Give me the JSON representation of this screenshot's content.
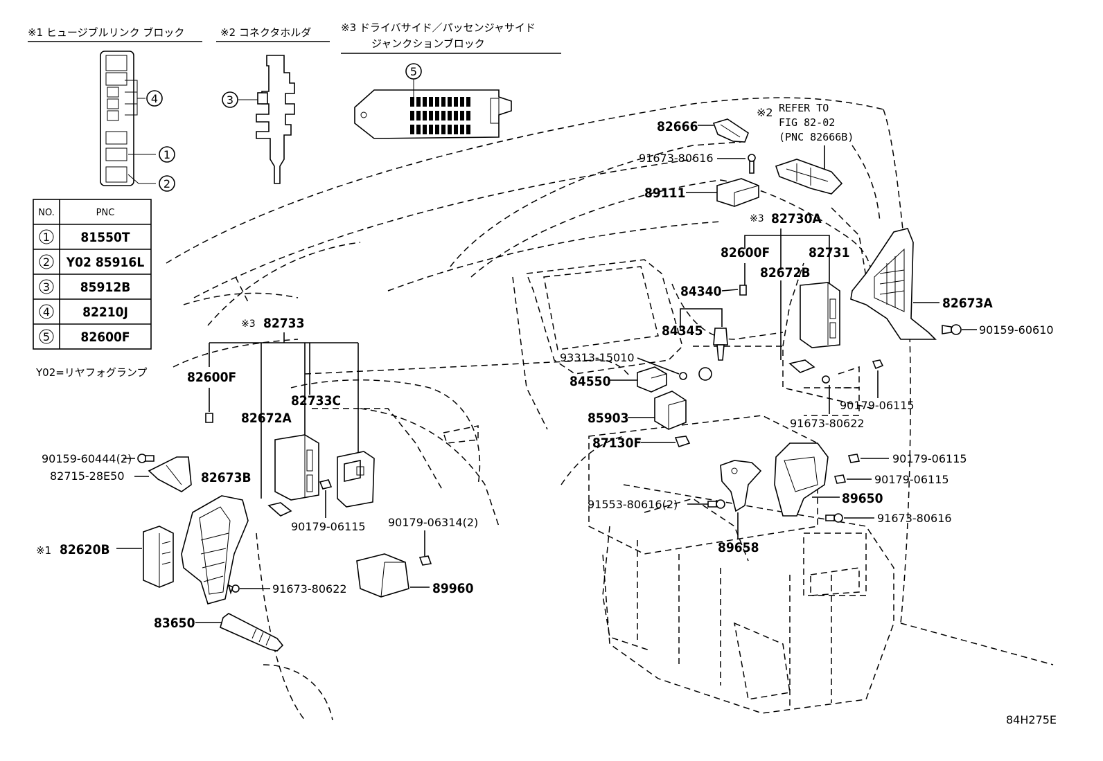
{
  "headers": {
    "h1": "※1 ヒュージブルリンク ブロック",
    "h2": "※2 コネクタホルダ",
    "h3a": "※3 ドライバサイド／パッセンジャサイド",
    "h3b": "ジャンクションブロック"
  },
  "table": {
    "col_no": "NO.",
    "col_pnc": "PNC",
    "rows": [
      {
        "no": "1",
        "pnc": "81550T"
      },
      {
        "no": "2",
        "pnc": "Y02 85916L"
      },
      {
        "no": "3",
        "pnc": "85912B"
      },
      {
        "no": "4",
        "pnc": "82210J"
      },
      {
        "no": "5",
        "pnc": "82600F"
      }
    ],
    "note": "Y02=リヤフォグランプ"
  },
  "callouts": {
    "c1": "1",
    "c2": "2",
    "c3": "3",
    "c4": "4",
    "c5": "5"
  },
  "refer": {
    "mark": "※2",
    "line1": "REFER TO",
    "line2": "FIG 82-02",
    "line3": "(PNC 82666B)"
  },
  "marks": {
    "m1": "※1",
    "m3a": "※3",
    "m3b": "※3"
  },
  "labels": {
    "p82666": "82666",
    "p91673_80616a": "91673-80616",
    "p89111": "89111",
    "p82730A": "82730A",
    "p82600F_r": "82600F",
    "p82731": "82731",
    "p82672B": "82672B",
    "p84340": "84340",
    "p84345": "84345",
    "p82673A": "82673A",
    "p90159_60610": "90159-60610",
    "p93313_15010": "93313-15010",
    "p84550": "84550",
    "p85903": "85903",
    "p90179_06115a": "90179-06115",
    "p91673_80622a": "91673-80622",
    "p87130F": "87130F",
    "p90179_06115b": "90179-06115",
    "p90179_06115c": "90179-06115",
    "p89650": "89650",
    "p91553_80616": "91553-80616(2)",
    "p91673_80616b": "91673-80616",
    "p89658": "89658",
    "p82733": "82733",
    "p82600F_l": "82600F",
    "p82733C": "82733C",
    "p82672A": "82672A",
    "p90159_60444": "90159-60444(2)",
    "p82715_28E50": "82715-28E50",
    "p82673B": "82673B",
    "p90179_06115d": "90179-06115",
    "p90179_06314": "90179-06314(2)",
    "p82620B": "82620B",
    "p91673_80622b": "91673-80622",
    "p89960": "89960",
    "p83650": "83650"
  },
  "figure_id": "84H275E"
}
